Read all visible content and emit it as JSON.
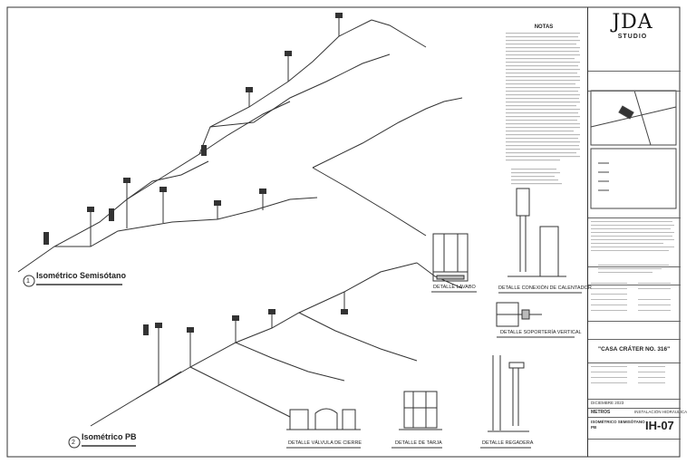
{
  "drawing_titles": {
    "semisotano": "Isométrico Semisótano",
    "pb": "Isométrico PB",
    "num1": "1",
    "num2": "2"
  },
  "details": {
    "lavabo": "DETALLE LAVABO",
    "calentador": "DETALLE CONEXIÓN DE CALENTADOR",
    "soporteria": "DETALLE SOPORTERÍA VERTICAL",
    "valvula": "DETALLE VÁLVULA DE CIERRE",
    "tarja": "DETALLE DE TARJA",
    "regadera": "DETALLE REGADERA"
  },
  "notes": {
    "title": "NOTAS"
  },
  "title_block": {
    "logo_mark": "JDA",
    "logo_sub": "STUDIO",
    "project_name": "\"CASA CRÁTER NO. 316\"",
    "metros_label": "METROS",
    "drawing_label": "INSTALACIÓN HIDRÁULICA",
    "sheet_title_1": "ISOMÉTRICO SEMISÓTANO",
    "sheet_title_2": "PB",
    "date": "DICIEMBRE 2023",
    "sheet_number": "IH-07"
  },
  "colors": {
    "line": "#333333",
    "accent": "#2d4a8a"
  }
}
